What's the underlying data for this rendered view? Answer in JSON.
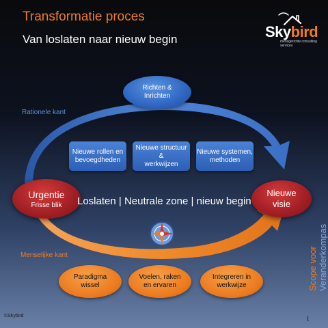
{
  "header": {
    "title": "Transformatie proces",
    "subtitle": "Van loslaten naar nieuw begin"
  },
  "logo": {
    "word_part1": "Sky",
    "word_part2": "bird",
    "tagline": "mensgerichte consulting services"
  },
  "side_labels": {
    "rational": "Rationele kant",
    "human": "Menselijke kant"
  },
  "top_node": {
    "line1": "Richten &",
    "line2": "Inrichten"
  },
  "left_node": {
    "line1": "Urgentie",
    "line2": "Frisse blik"
  },
  "right_node": {
    "line1": "Nieuwe",
    "line2": "visie"
  },
  "rational_boxes": [
    {
      "line1": "Nieuwe rollen en",
      "line2": "bevoegdheden"
    },
    {
      "line1": "Nieuwe structuur &",
      "line2": "werkwijzen"
    },
    {
      "line1": "Nieuwe systemen,",
      "line2": "methoden"
    }
  ],
  "center_text": "Loslaten | Neutrale zone | nieuw begin",
  "human_ovals": [
    {
      "line1": "Paradigma",
      "line2": "wissel"
    },
    {
      "line1": "Voelen, raken",
      "line2": "en ervaren"
    },
    {
      "line1": "Integreren in",
      "line2": "werkwijze"
    }
  ],
  "scope": {
    "line1": "Scope voor",
    "line2": "Veranderkompas"
  },
  "footer": {
    "copyright": "©Skybird",
    "page_number": "1"
  },
  "colors": {
    "accent_orange": "#f07a26",
    "accent_blue": "#2f66c2",
    "node_red": "#a01e24"
  },
  "icons": [
    "compass-icon",
    "bird-house-icon"
  ]
}
